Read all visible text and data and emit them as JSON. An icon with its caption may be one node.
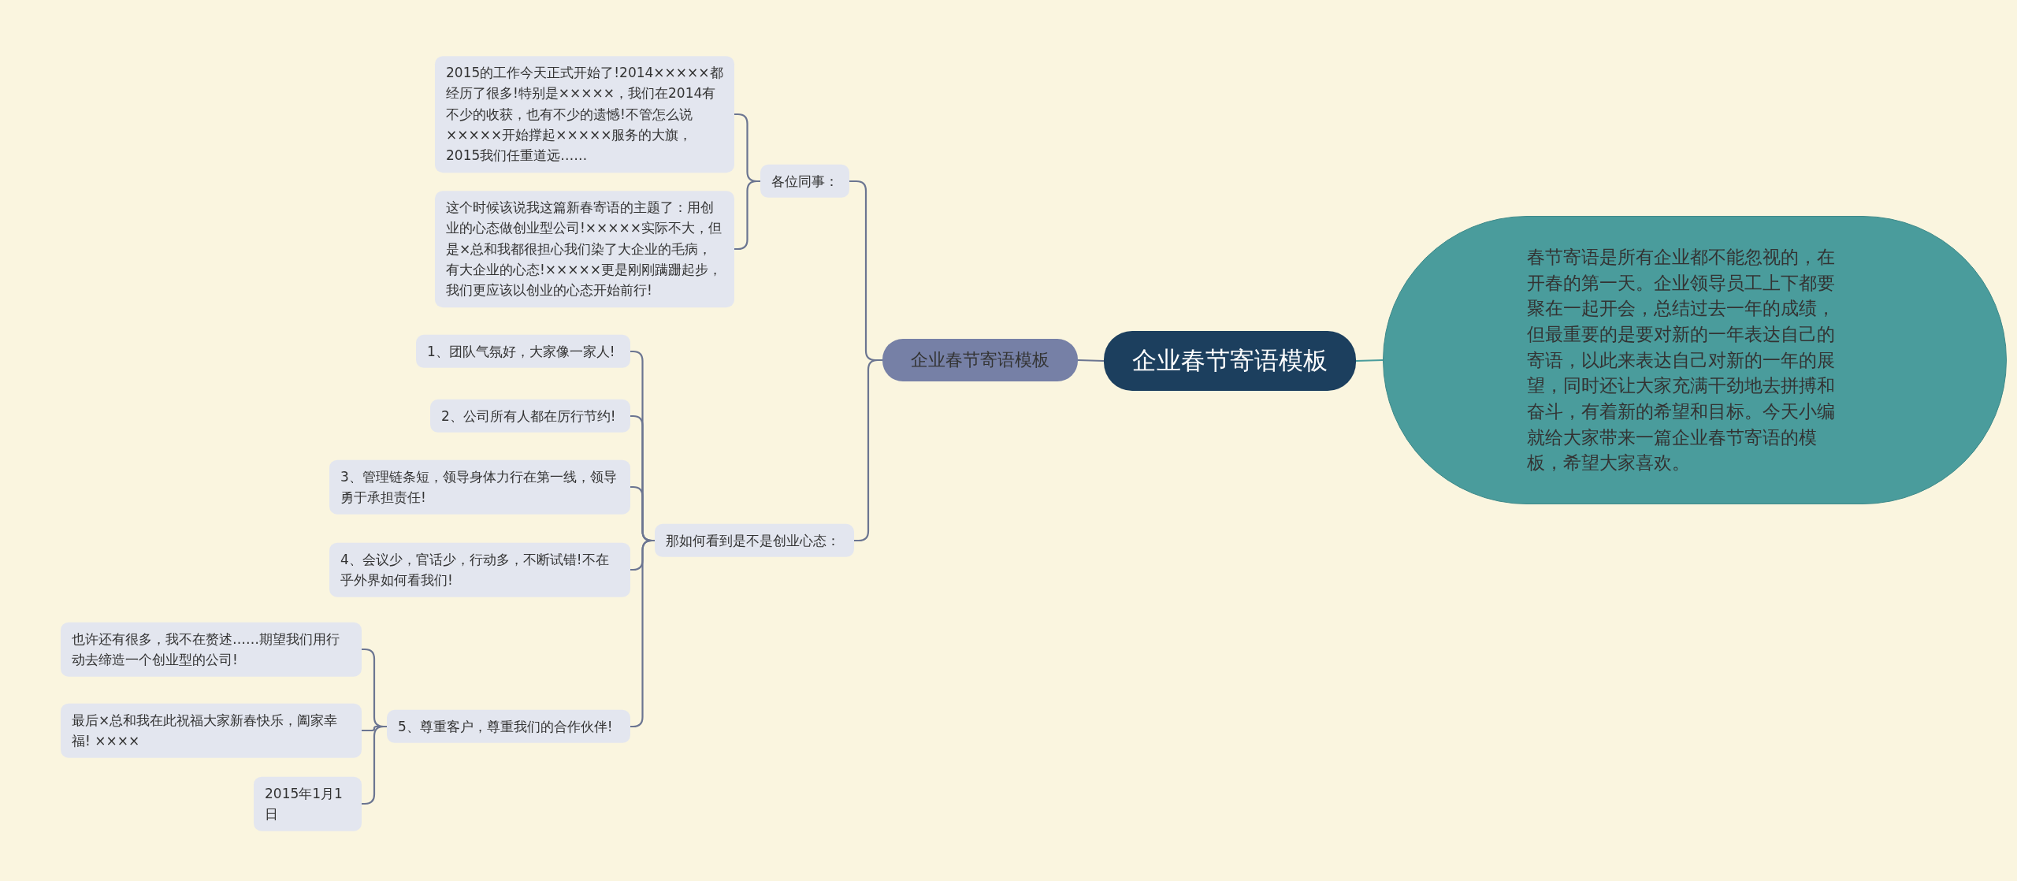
{
  "diagram": {
    "nodes": [
      {
        "text": [
          "企业春节寄语模板"
        ]
      },
      {
        "text": [
          "春节寄语是所有企业都不能忽视的，在开春的第一天。企业领导员工上下都要聚在一起开会，总结过去一年的成绩，但最重要的是要对新的一年表达自己的寄语，以此来表达自己对新的一年的展望，同时还让大家充满干劲地去拼搏和奋斗，有着新的希望和目标。今天小编就给大家带来一篇企业春节寄语的模板，希望大家喜欢。"
        ]
      },
      {
        "text": [
          "企业春节寄语模板"
        ]
      },
      {
        "text": [
          "各位同事："
        ]
      },
      {
        "text": [
          "2015的工作今天正式开始了!2014×××××都经历了很多!特别是×××××，我们在2014有不少的收获，也有不少的遗憾!不管怎么说×××××开始撑起×××××服务的大旗，2015我们任重道远……"
        ]
      },
      {
        "text": [
          "这个时候该说我这篇新春寄语的主题了：用创业的心态做创业型公司!×××××实际不大，但是×总和我都很担心我们染了大企业的毛病，有大企业的心态!×××××更是刚刚蹒跚起步，我们更应该以创业的心态开始前行!"
        ]
      },
      {
        "text": [
          "那如何看到是不是创业心态："
        ]
      },
      {
        "text": [
          "1、团队气氛好，大家像一家人!"
        ]
      },
      {
        "text": [
          "2、公司所有人都在厉行节约!"
        ]
      },
      {
        "text": [
          "3、管理链条短，领导身体力行在第一线，领导勇于承担责任!"
        ]
      },
      {
        "text": [
          "4、会议少，官话少，行动多，不断试错!不在乎外界如何看我们!"
        ]
      },
      {
        "text": [
          "5、尊重客户，尊重我们的合作伙伴!"
        ]
      },
      {
        "text": [
          "也许还有很多，我不在赘述……期望我们用行动去缔造一个创业型的公司!"
        ]
      },
      {
        "text": [
          "最后×总和我在此祝福大家新春快乐，阖家幸福! ××××"
        ]
      },
      {
        "text": [
          "2015年1月1日"
        ]
      }
    ],
    "edges": [
      {
        "from": 0,
        "to": 1,
        "arrow": "none",
        "color": "#4a9c9c"
      },
      {
        "from": 0,
        "to": 2,
        "arrow": "none"
      },
      {
        "from": 2,
        "to": 3,
        "arrow": "none"
      },
      {
        "from": 2,
        "to": 6,
        "arrow": "none"
      },
      {
        "from": 3,
        "to": 4,
        "arrow": "none"
      },
      {
        "from": 3,
        "to": 5,
        "arrow": "none"
      },
      {
        "from": 6,
        "to": 7,
        "arrow": "none"
      },
      {
        "from": 6,
        "to": 8,
        "arrow": "none"
      },
      {
        "from": 6,
        "to": 9,
        "arrow": "none"
      },
      {
        "from": 6,
        "to": 10,
        "arrow": "none"
      },
      {
        "from": 6,
        "to": 11,
        "arrow": "none"
      },
      {
        "from": 11,
        "to": 12,
        "arrow": "none"
      },
      {
        "from": 11,
        "to": 13,
        "arrow": "none"
      },
      {
        "from": 11,
        "to": 14,
        "arrow": "none"
      }
    ]
  }
}
